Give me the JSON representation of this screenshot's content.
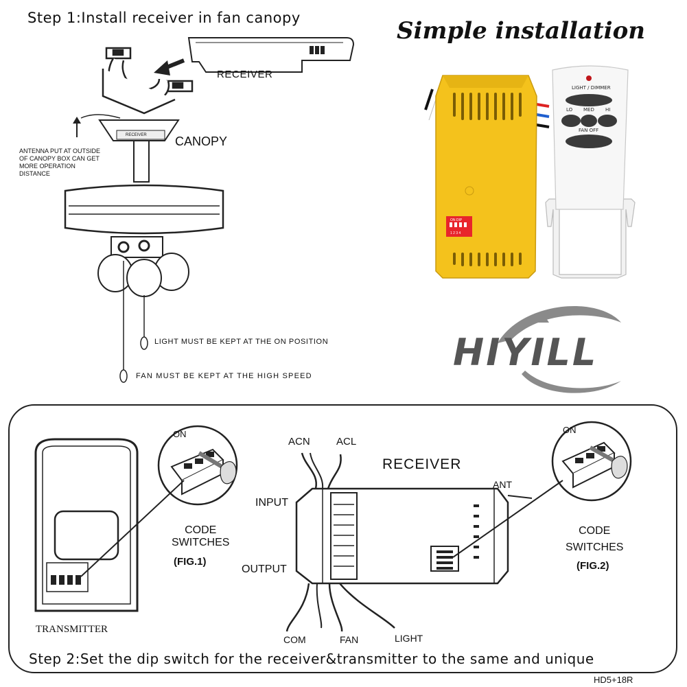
{
  "top": {
    "step1": "Step 1:Install receiver in fan canopy",
    "receiver_label": "RECEIVER",
    "canopy_label": "CANOPY",
    "canopy_plate_text": "RECEIVER",
    "antenna_note": "ANTENNA PUT AT OUTSIDE\nOF CANOPY BOX CAN GET\nMORE OPERATION\nDISTANCE",
    "light_note": "LIGHT MUST BE  KEPT AT THE  ON POSITION",
    "fan_note": "FAN MUST BE KEPT AT THE HIGH SPEED"
  },
  "product": {
    "title": "Simple installation",
    "brand": "HIYILL",
    "receiver_dip_label": "ON  DIP",
    "receiver_dip_numbers": "1 2 3 4",
    "remote": {
      "light_dimmer": "LIGHT / DIMMER",
      "lo": "LO",
      "med": "MED",
      "hi": "HI",
      "fan_off": "FAN OFF"
    }
  },
  "bottom": {
    "transmitter": "TRANSMITTER",
    "on_left": "ON",
    "on_right": "ON",
    "code_switches_left": "CODE\nSWITCHES",
    "fig1": "(FIG.1)",
    "code_switches_right": "CODE\nSWITCHES",
    "fig2": "(FIG.2)",
    "acn": "ACN",
    "acl": "ACL",
    "receiver": "RECEIVER",
    "ant": "ANT",
    "input": "INPUT",
    "output": "OUTPUT",
    "com": "COM",
    "fan": "FAN",
    "light": "LIGHT",
    "step2": "Step 2:Set the dip switch for the receiver&transmitter to the same and unique",
    "model": "HD5+18R"
  },
  "colors": {
    "receiver_yellow": "#f4c21c",
    "dip_red": "#e8252b",
    "brand_gray": "#555555"
  }
}
